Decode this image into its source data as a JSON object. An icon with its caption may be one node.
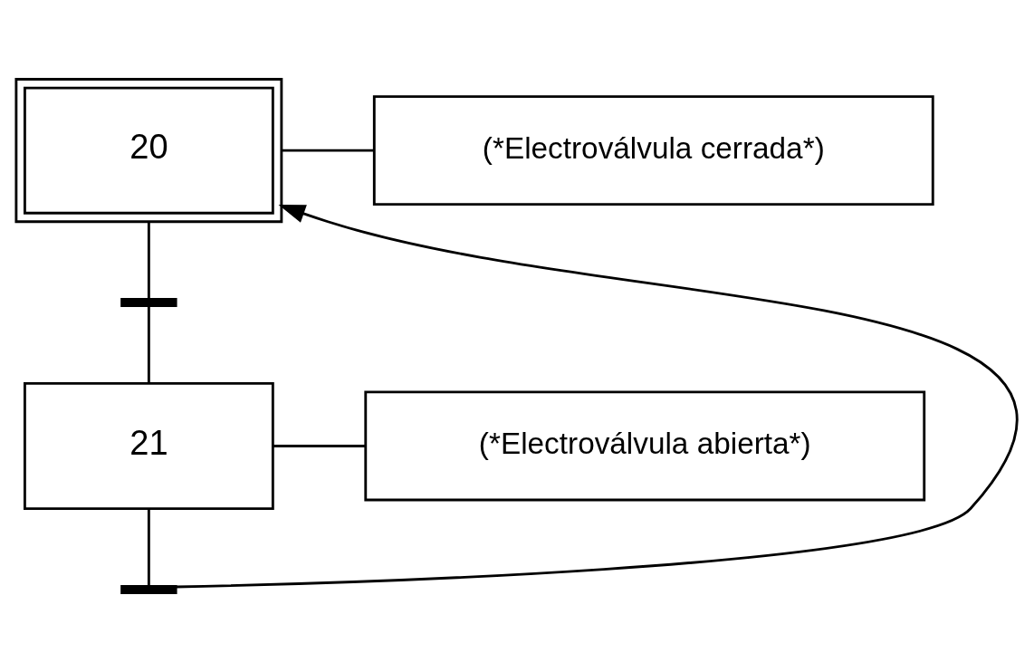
{
  "diagram": {
    "nodes": [
      {
        "text": [
          "20"
        ]
      },
      {
        "text": [
          "(*Electroválvula cerrada*)"
        ]
      },
      {
        "text": [],
        "shape": "bar"
      },
      {
        "text": [
          "21"
        ]
      },
      {
        "text": [
          "(*Electroválvula abierta*)"
        ]
      },
      {
        "text": [],
        "shape": "bar"
      }
    ],
    "edges": [
      {
        "from": 0,
        "to": 1,
        "arrow": "none"
      },
      {
        "from": 0,
        "to": 2,
        "arrow": "none"
      },
      {
        "from": 2,
        "to": 3,
        "arrow": "none"
      },
      {
        "from": 3,
        "to": 4,
        "arrow": "none"
      },
      {
        "from": 3,
        "to": 5,
        "arrow": "none"
      },
      {
        "from": 5,
        "to": 0,
        "arrow": "to"
      }
    ]
  }
}
